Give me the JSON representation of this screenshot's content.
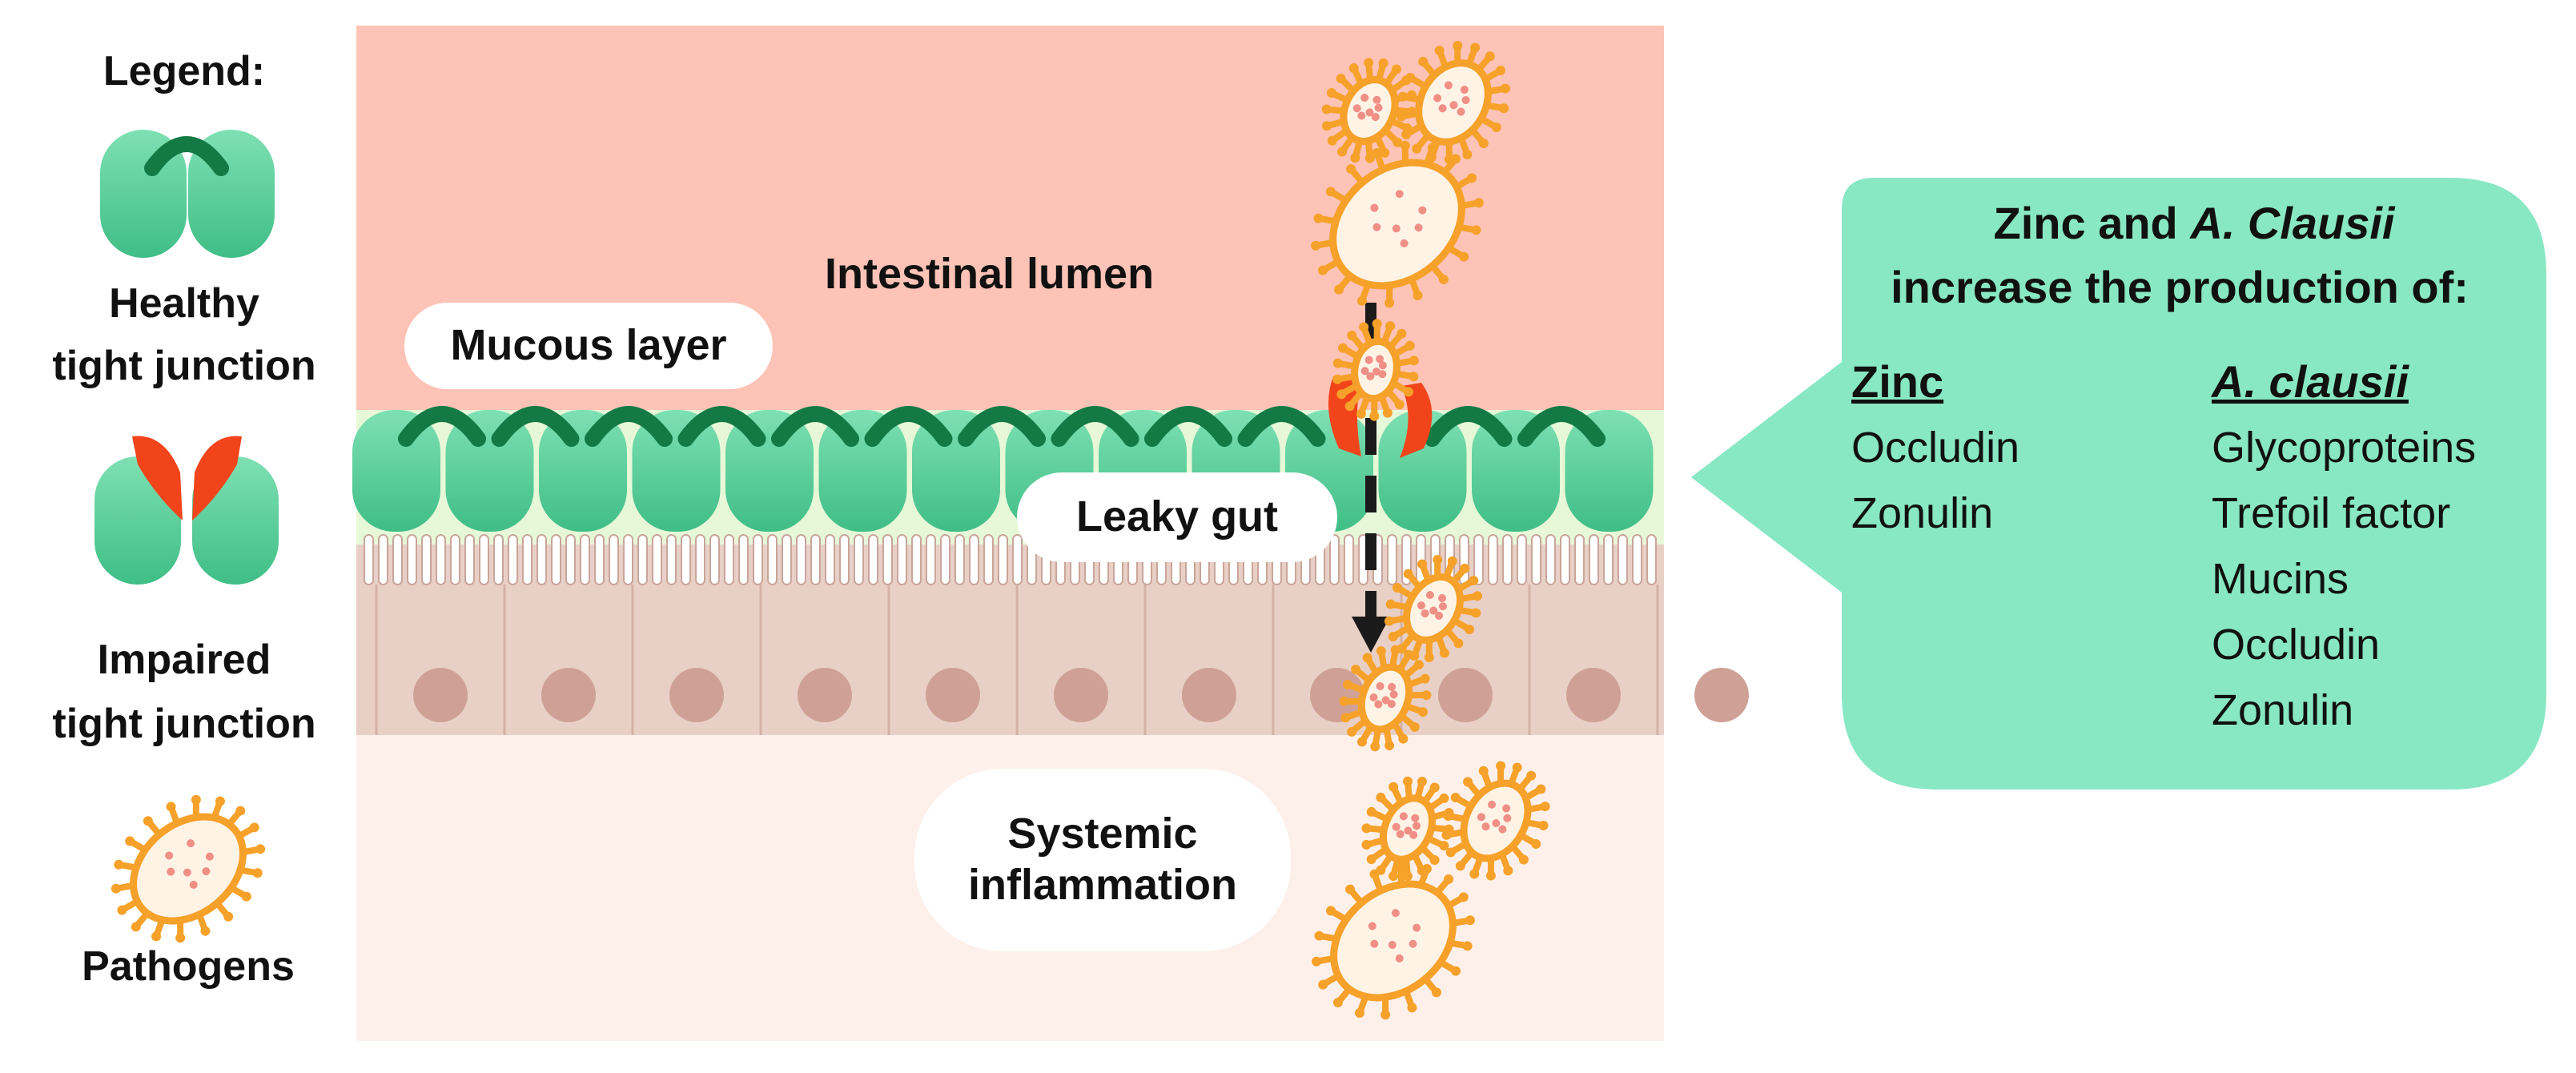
{
  "legend": {
    "title": "Legend:",
    "healthy": [
      "Healthy",
      "tight junction"
    ],
    "impaired": [
      "Impaired",
      "tight junction"
    ],
    "pathogens": "Pathogens"
  },
  "diagram": {
    "lumen_label": "Intestinal lumen",
    "mucous_label": "Mucous layer",
    "leaky_label": "Leaky gut",
    "systemic_label": [
      "Systemic",
      "inflammation"
    ],
    "colors": {
      "lumen": "#fdc3b6",
      "mucous_band": "#e6f8d8",
      "cells": "#e9d0c6",
      "nucleus": "#cfa196",
      "blood": "#fdf0ea",
      "epithelium": "#4fcf94",
      "junction_healthy": "#137a45",
      "junction_impaired": "#f2441b",
      "pathogen": "#f6a12a",
      "callout": "#88e8c3"
    }
  },
  "callout": {
    "title_line1_prefix": "Zinc and ",
    "title_line1_italic": "A. Clausii",
    "title_line2": "increase the production of:",
    "zinc": {
      "heading": "Zinc",
      "items": [
        "Occludin",
        "Zonulin"
      ]
    },
    "clausii": {
      "heading": "A. clausii",
      "items": [
        "Glycoproteins",
        "Trefoil factor",
        "Mucins",
        "Occludin",
        "Zonulin"
      ]
    }
  }
}
